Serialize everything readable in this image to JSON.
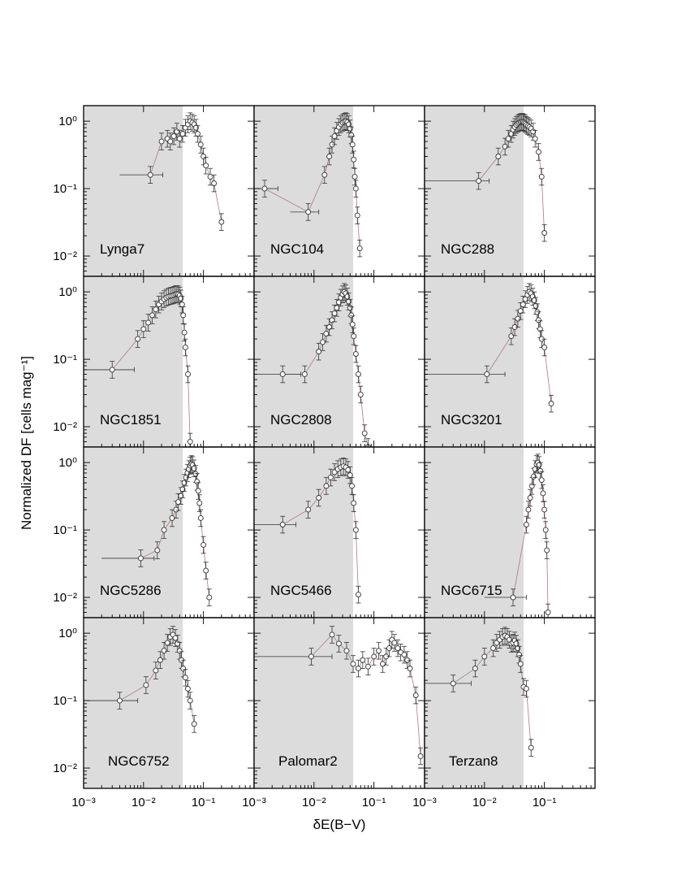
{
  "chart_data": {
    "type": "scatter",
    "xscale": "log",
    "yscale": "log",
    "xlabel": "δE(B−V)",
    "ylabel": "Normalized DF [cells mag⁻¹]",
    "xlim": [
      0.001,
      0.7
    ],
    "ylim": [
      0.005,
      1.7
    ],
    "x_tick_labels": [
      "10⁻³",
      "10⁻²",
      "10⁻¹",
      "10⁻³",
      "10⁻²",
      "10⁻¹",
      "10⁻³",
      "10⁻²",
      "10⁻¹"
    ],
    "y_tick_labels": [
      "10⁰",
      "10⁻¹",
      "10⁻²"
    ],
    "panels": [
      {
        "name": "Lynga7",
        "shade_end": 0.045,
        "x": [
          0.013,
          0.02,
          0.025,
          0.028,
          0.032,
          0.036,
          0.04,
          0.045,
          0.05,
          0.055,
          0.06,
          0.065,
          0.07,
          0.075,
          0.08,
          0.09,
          0.1,
          0.11,
          0.13,
          0.15,
          0.2
        ],
        "y": [
          0.16,
          0.5,
          0.55,
          0.5,
          0.6,
          0.7,
          0.55,
          0.65,
          0.8,
          0.9,
          1.0,
          0.95,
          0.9,
          0.8,
          0.65,
          0.45,
          0.3,
          0.22,
          0.15,
          0.12,
          0.032
        ],
        "xerr_lo": [
          0.009,
          null,
          null,
          null,
          null,
          null,
          null,
          null,
          null,
          null,
          null,
          null,
          null,
          null,
          null,
          null,
          null,
          null,
          null,
          null,
          null
        ],
        "xerr_hi": [
          0.008,
          null,
          null,
          null,
          null,
          null,
          null,
          null,
          null,
          null,
          null,
          null,
          null,
          null,
          null,
          null,
          null,
          null,
          null,
          null,
          null
        ]
      },
      {
        "name": "NGC104",
        "shade_end": 0.045,
        "x": [
          0.0015,
          0.008,
          0.015,
          0.018,
          0.02,
          0.022,
          0.024,
          0.026,
          0.028,
          0.03,
          0.032,
          0.034,
          0.036,
          0.038,
          0.04,
          0.042,
          0.044,
          0.046,
          0.048,
          0.05,
          0.053,
          0.058
        ],
        "y": [
          0.1,
          0.045,
          0.16,
          0.3,
          0.45,
          0.6,
          0.72,
          0.82,
          0.9,
          0.95,
          0.98,
          1.0,
          0.97,
          0.9,
          0.78,
          0.62,
          0.45,
          0.27,
          0.15,
          0.1,
          0.04,
          0.013
        ],
        "xerr_lo": [
          0.0005,
          0.004,
          null,
          null,
          null,
          null,
          null,
          null,
          null,
          null,
          null,
          null,
          null,
          null,
          null,
          null,
          null,
          null,
          null,
          null,
          null,
          null
        ],
        "xerr_hi": [
          0.001,
          0.004,
          null,
          null,
          null,
          null,
          null,
          null,
          null,
          null,
          null,
          null,
          null,
          null,
          null,
          null,
          null,
          null,
          null,
          null,
          null,
          null
        ]
      },
      {
        "name": "NGC288",
        "shade_end": 0.045,
        "x": [
          0.008,
          0.017,
          0.022,
          0.025,
          0.028,
          0.03,
          0.032,
          0.034,
          0.036,
          0.038,
          0.04,
          0.042,
          0.044,
          0.046,
          0.048,
          0.05,
          0.053,
          0.056,
          0.06,
          0.065,
          0.07,
          0.08,
          0.09,
          0.1
        ],
        "y": [
          0.13,
          0.3,
          0.42,
          0.55,
          0.65,
          0.75,
          0.82,
          0.88,
          0.92,
          0.95,
          0.97,
          0.98,
          0.97,
          0.95,
          0.92,
          0.88,
          0.85,
          0.82,
          0.78,
          0.7,
          0.55,
          0.35,
          0.15,
          0.022
        ],
        "xerr_lo": [
          0.007,
          null,
          null,
          null,
          null,
          null,
          null,
          null,
          null,
          null,
          null,
          null,
          null,
          null,
          null,
          null,
          null,
          null,
          null,
          null,
          null,
          null,
          null,
          null
        ],
        "xerr_hi": [
          0.004,
          null,
          null,
          null,
          null,
          null,
          null,
          null,
          null,
          null,
          null,
          null,
          null,
          null,
          null,
          null,
          null,
          null,
          null,
          null,
          null,
          null,
          null,
          null
        ]
      },
      {
        "name": "NGC1851",
        "shade_end": 0.045,
        "x": [
          0.003,
          0.008,
          0.01,
          0.012,
          0.014,
          0.016,
          0.018,
          0.02,
          0.022,
          0.024,
          0.026,
          0.028,
          0.03,
          0.032,
          0.034,
          0.036,
          0.038,
          0.04,
          0.042,
          0.044,
          0.046,
          0.048,
          0.05,
          0.055,
          0.06
        ],
        "y": [
          0.07,
          0.2,
          0.28,
          0.35,
          0.45,
          0.55,
          0.65,
          0.72,
          0.78,
          0.82,
          0.85,
          0.87,
          0.88,
          0.9,
          0.92,
          0.93,
          0.92,
          0.88,
          0.8,
          0.65,
          0.45,
          0.25,
          0.15,
          0.06,
          0.006
        ],
        "xerr_lo": [
          0.002,
          null,
          null,
          null,
          null,
          null,
          null,
          null,
          null,
          null,
          null,
          null,
          null,
          null,
          null,
          null,
          null,
          null,
          null,
          null,
          null,
          null,
          null,
          null,
          null
        ],
        "xerr_hi": [
          0.004,
          null,
          null,
          null,
          null,
          null,
          null,
          null,
          null,
          null,
          null,
          null,
          null,
          null,
          null,
          null,
          null,
          null,
          null,
          null,
          null,
          null,
          null,
          null,
          null
        ]
      },
      {
        "name": "NGC2808",
        "shade_end": 0.045,
        "x": [
          0.003,
          0.007,
          0.012,
          0.014,
          0.016,
          0.018,
          0.02,
          0.022,
          0.024,
          0.026,
          0.028,
          0.03,
          0.032,
          0.034,
          0.036,
          0.038,
          0.04,
          0.042,
          0.044,
          0.046,
          0.05,
          0.055,
          0.06,
          0.07,
          0.08
        ],
        "y": [
          0.06,
          0.06,
          0.13,
          0.18,
          0.24,
          0.3,
          0.38,
          0.48,
          0.58,
          0.7,
          0.82,
          0.92,
          1.0,
          0.95,
          0.85,
          0.72,
          0.58,
          0.45,
          0.33,
          0.22,
          0.12,
          0.06,
          0.03,
          0.008,
          0.005
        ],
        "xerr_lo": [
          0.002,
          null,
          null,
          null,
          null,
          null,
          null,
          null,
          null,
          null,
          null,
          null,
          null,
          null,
          null,
          null,
          null,
          null,
          null,
          null,
          null,
          null,
          null,
          null,
          null
        ],
        "xerr_hi": [
          0.003,
          null,
          null,
          null,
          null,
          null,
          null,
          null,
          null,
          null,
          null,
          null,
          null,
          null,
          null,
          null,
          null,
          null,
          null,
          null,
          null,
          null,
          null,
          null,
          null
        ]
      },
      {
        "name": "NGC3201",
        "shade_end": 0.045,
        "x": [
          0.011,
          0.028,
          0.032,
          0.036,
          0.04,
          0.044,
          0.048,
          0.052,
          0.056,
          0.06,
          0.064,
          0.068,
          0.072,
          0.076,
          0.08,
          0.085,
          0.09,
          0.1,
          0.13
        ],
        "y": [
          0.06,
          0.22,
          0.3,
          0.4,
          0.52,
          0.65,
          0.78,
          0.9,
          1.0,
          0.95,
          0.85,
          0.75,
          0.62,
          0.5,
          0.38,
          0.28,
          0.2,
          0.15,
          0.022
        ],
        "xerr_lo": [
          0.01,
          null,
          null,
          null,
          null,
          null,
          null,
          null,
          null,
          null,
          null,
          null,
          null,
          null,
          null,
          null,
          null,
          null,
          null
        ],
        "xerr_hi": [
          0.011,
          null,
          null,
          null,
          null,
          null,
          null,
          null,
          null,
          null,
          null,
          null,
          null,
          null,
          null,
          null,
          null,
          null,
          null
        ]
      },
      {
        "name": "NGC5286",
        "shade_end": 0.045,
        "x": [
          0.009,
          0.017,
          0.022,
          0.03,
          0.035,
          0.038,
          0.042,
          0.045,
          0.048,
          0.051,
          0.054,
          0.057,
          0.06,
          0.063,
          0.066,
          0.07,
          0.074,
          0.078,
          0.082,
          0.086,
          0.09,
          0.1,
          0.11,
          0.125
        ],
        "y": [
          0.038,
          0.05,
          0.1,
          0.15,
          0.2,
          0.26,
          0.32,
          0.4,
          0.5,
          0.6,
          0.7,
          0.8,
          0.9,
          0.95,
          0.92,
          0.82,
          0.68,
          0.52,
          0.38,
          0.25,
          0.15,
          0.06,
          0.025,
          0.01
        ],
        "xerr_lo": [
          0.007,
          null,
          null,
          null,
          null,
          null,
          null,
          null,
          null,
          null,
          null,
          null,
          null,
          null,
          null,
          null,
          null,
          null,
          null,
          null,
          null,
          null,
          null,
          null
        ],
        "xerr_hi": [
          0.006,
          null,
          null,
          null,
          null,
          null,
          null,
          null,
          null,
          null,
          null,
          null,
          null,
          null,
          null,
          null,
          null,
          null,
          null,
          null,
          null,
          null,
          null,
          null
        ]
      },
      {
        "name": "NGC5466",
        "shade_end": 0.045,
        "x": [
          0.003,
          0.008,
          0.012,
          0.016,
          0.019,
          0.022,
          0.025,
          0.028,
          0.031,
          0.034,
          0.037,
          0.04,
          0.043,
          0.046,
          0.05,
          0.055
        ],
        "y": [
          0.12,
          0.2,
          0.3,
          0.45,
          0.6,
          0.72,
          0.8,
          0.85,
          0.88,
          0.85,
          0.78,
          0.65,
          0.45,
          0.25,
          0.1,
          0.011
        ],
        "xerr_lo": [
          0.002,
          null,
          null,
          null,
          null,
          null,
          null,
          null,
          null,
          null,
          null,
          null,
          null,
          null,
          null,
          null
        ],
        "xerr_hi": [
          0.002,
          null,
          null,
          null,
          null,
          null,
          null,
          null,
          null,
          null,
          null,
          null,
          null,
          null,
          null,
          null
        ]
      },
      {
        "name": "NGC6715",
        "shade_end": 0.045,
        "x": [
          0.03,
          0.05,
          0.054,
          0.058,
          0.062,
          0.066,
          0.07,
          0.074,
          0.078,
          0.082,
          0.086,
          0.09,
          0.095,
          0.1,
          0.105,
          0.11,
          0.115
        ],
        "y": [
          0.01,
          0.12,
          0.2,
          0.3,
          0.45,
          0.62,
          0.8,
          0.95,
          1.0,
          0.92,
          0.75,
          0.55,
          0.35,
          0.2,
          0.1,
          0.05,
          0.006
        ],
        "xerr_lo": [
          0.02,
          null,
          null,
          null,
          null,
          null,
          null,
          null,
          null,
          null,
          null,
          null,
          null,
          null,
          null,
          null,
          null
        ],
        "xerr_hi": [
          0.02,
          null,
          null,
          null,
          null,
          null,
          null,
          null,
          null,
          null,
          null,
          null,
          null,
          null,
          null,
          null,
          null
        ]
      },
      {
        "name": "NGC6752",
        "shade_end": 0.045,
        "x": [
          0.004,
          0.011,
          0.016,
          0.019,
          0.022,
          0.025,
          0.028,
          0.031,
          0.034,
          0.037,
          0.04,
          0.043,
          0.046,
          0.05,
          0.055,
          0.06,
          0.07
        ],
        "y": [
          0.1,
          0.17,
          0.28,
          0.4,
          0.55,
          0.72,
          0.88,
          0.95,
          0.85,
          0.7,
          0.55,
          0.4,
          0.3,
          0.22,
          0.15,
          0.1,
          0.045
        ],
        "xerr_lo": [
          0.003,
          null,
          null,
          null,
          null,
          null,
          null,
          null,
          null,
          null,
          null,
          null,
          null,
          null,
          null,
          null,
          null
        ],
        "xerr_hi": [
          0.004,
          null,
          null,
          null,
          null,
          null,
          null,
          null,
          null,
          null,
          null,
          null,
          null,
          null,
          null,
          null,
          null
        ]
      },
      {
        "name": "Palomar2",
        "shade_end": 0.045,
        "x": [
          0.009,
          0.02,
          0.026,
          0.035,
          0.045,
          0.055,
          0.065,
          0.08,
          0.1,
          0.12,
          0.14,
          0.16,
          0.18,
          0.2,
          0.22,
          0.25,
          0.28,
          0.32,
          0.36,
          0.4,
          0.5,
          0.6
        ],
        "y": [
          0.45,
          0.95,
          0.7,
          0.55,
          0.35,
          0.3,
          0.4,
          0.32,
          0.45,
          0.55,
          0.35,
          0.45,
          0.6,
          0.8,
          0.72,
          0.6,
          0.52,
          0.48,
          0.4,
          0.3,
          0.12,
          0.015
        ],
        "xerr_lo": [
          0.008,
          null,
          null,
          null,
          null,
          null,
          null,
          null,
          null,
          null,
          null,
          null,
          null,
          null,
          null,
          null,
          null,
          null,
          null,
          null,
          null,
          null
        ],
        "xerr_hi": [
          0.011,
          null,
          null,
          null,
          null,
          null,
          null,
          null,
          null,
          null,
          null,
          null,
          null,
          null,
          null,
          null,
          null,
          null,
          null,
          null,
          null,
          null
        ]
      },
      {
        "name": "Terzan8",
        "shade_end": 0.045,
        "x": [
          0.003,
          0.007,
          0.01,
          0.014,
          0.016,
          0.018,
          0.02,
          0.022,
          0.024,
          0.026,
          0.028,
          0.03,
          0.032,
          0.034,
          0.036,
          0.038,
          0.04,
          0.045,
          0.05,
          0.06
        ],
        "y": [
          0.18,
          0.3,
          0.45,
          0.6,
          0.72,
          0.8,
          0.88,
          0.92,
          0.88,
          0.8,
          0.7,
          0.72,
          0.78,
          0.7,
          0.6,
          0.48,
          0.35,
          0.16,
          0.15,
          0.02
        ],
        "xerr_lo": [
          0.002,
          null,
          null,
          null,
          null,
          null,
          null,
          null,
          null,
          null,
          null,
          null,
          null,
          null,
          null,
          null,
          null,
          null,
          null,
          null
        ],
        "xerr_hi": [
          0.003,
          null,
          null,
          null,
          null,
          null,
          null,
          null,
          null,
          null,
          null,
          null,
          null,
          null,
          null,
          null,
          null,
          null,
          null,
          null
        ]
      }
    ]
  }
}
